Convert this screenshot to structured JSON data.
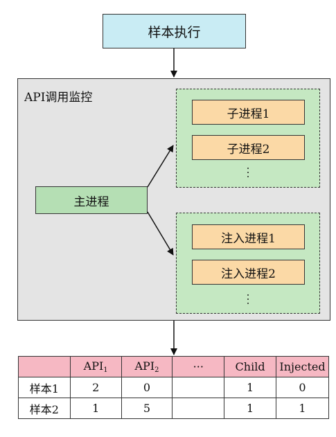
{
  "diagram": {
    "sample_exec": "样本执行",
    "monitor_title": "API调用监控",
    "main_process": "主进程",
    "child_group": {
      "items": [
        "子进程1",
        "子进程2"
      ],
      "ellipsis": "⋮"
    },
    "injected_group": {
      "items": [
        "注入进程1",
        "注入进程2"
      ],
      "ellipsis": "⋮"
    }
  },
  "table": {
    "headers": [
      {
        "main": "",
        "sub": ""
      },
      {
        "main": "API",
        "sub": "1"
      },
      {
        "main": "API",
        "sub": "2"
      },
      {
        "main": "···",
        "sub": ""
      },
      {
        "main": "Child",
        "sub": ""
      },
      {
        "main": "Injected",
        "sub": ""
      }
    ],
    "rows": [
      {
        "label": "样本1",
        "cells": [
          "2",
          "0",
          "",
          "1",
          "0"
        ]
      },
      {
        "label": "样本2",
        "cells": [
          "1",
          "5",
          "",
          "1",
          "1"
        ]
      }
    ]
  },
  "colors": {
    "sample_exec_fill": "#c9ecf4",
    "monitor_fill": "#e4e4e4",
    "main_process_fill": "#b5dfb4",
    "group_fill": "#c5e8c2",
    "process_fill": "#fbd9a6",
    "table_header_fill": "#f6b8c3"
  }
}
